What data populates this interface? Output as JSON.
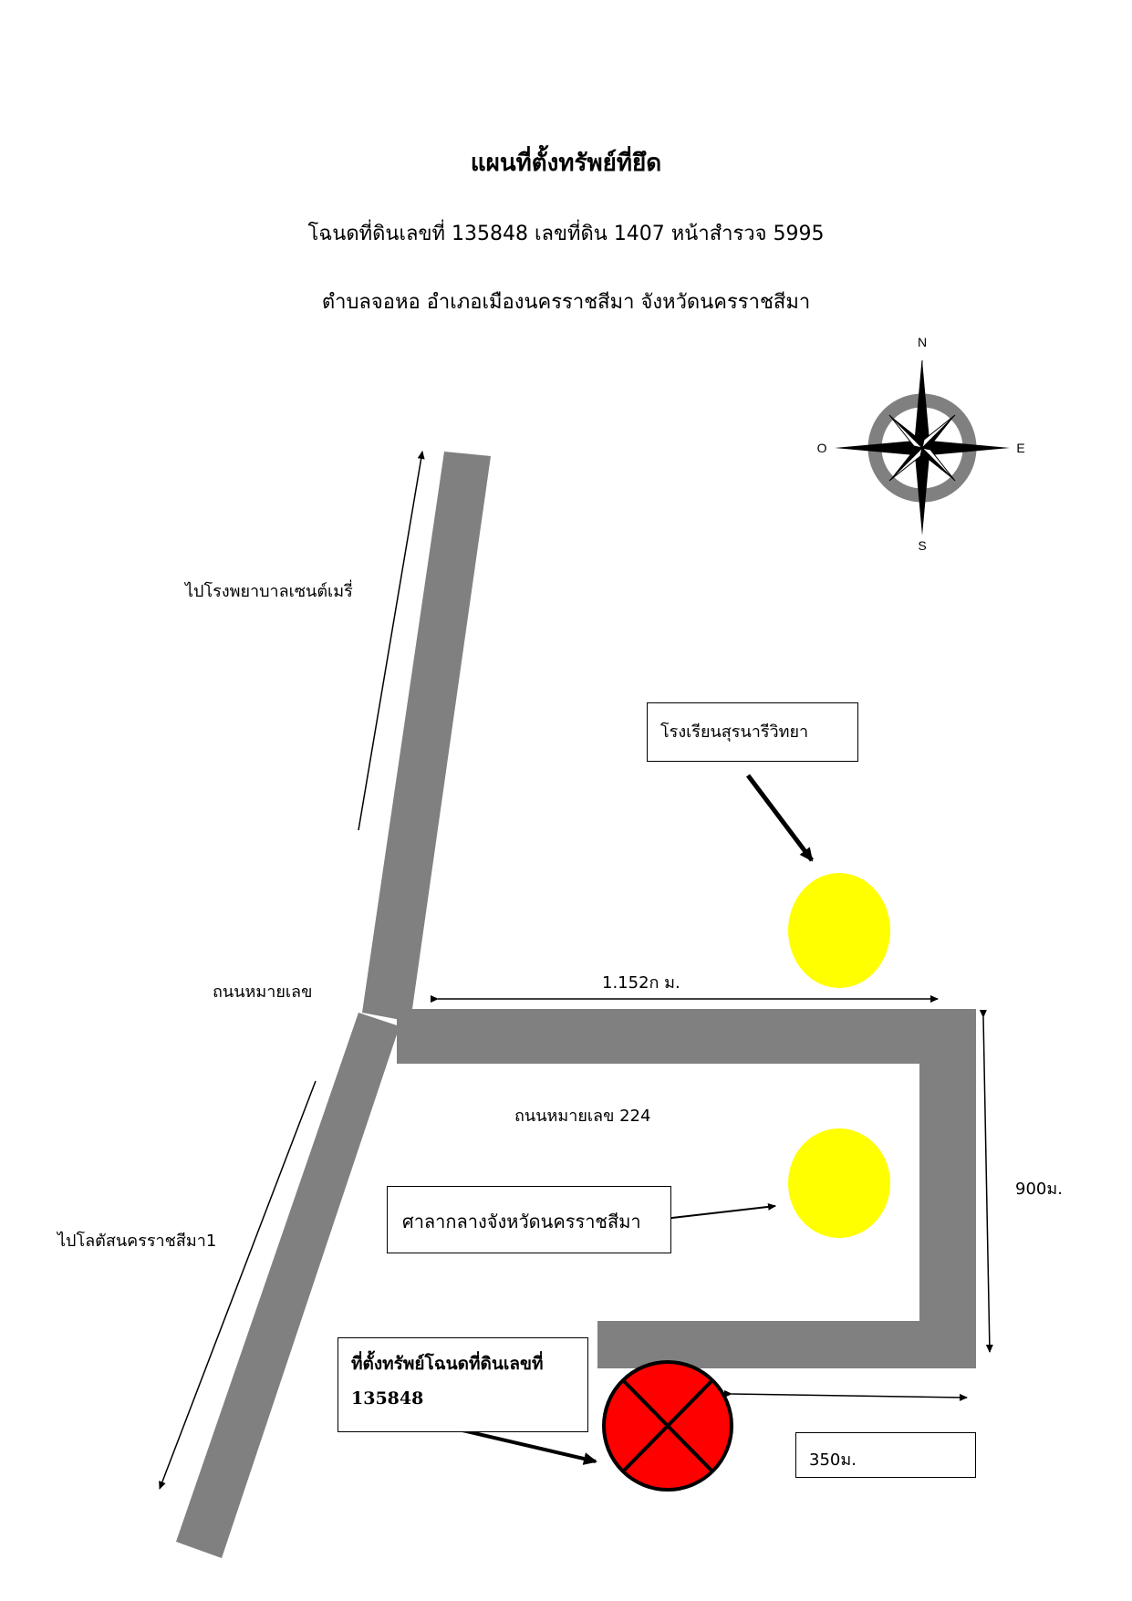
{
  "title": "แผนที่ตั้งทรัพย์ที่ยึด",
  "subtitle_line1": "โฉนดที่ดินเลขที่ 135848  เลขที่ดิน 1407   หน้าสำรวจ 5995",
  "subtitle_line2": "ตำบลจอหอ อำเภอเมืองนครราชสีมา จังหวัดนครราชสีมา",
  "compass": {
    "n": "N",
    "s": "S",
    "e": "E",
    "w": "O"
  },
  "labels": {
    "to_hospital": "ไปโรงพยาบาลเซนต์เมรี่",
    "road_main": "ถนนหมายเลข",
    "road_224": "ถนนหมายเลข 224",
    "to_lotus": "ไปโลตัสนครราชสีมา1",
    "dist_top": "1.152ก ม.",
    "dist_right": "900ม.",
    "dist_bottom": "350ม."
  },
  "boxes": {
    "school": "โรงเรียนสุรนารีวิทยา",
    "city_hall": "ศาลากลางจังหวัดนครราชสีมา",
    "property_line1": "ที่ตั้งทรัพย์โฉนดที่ดินเลขที่",
    "property_line2": "135848"
  },
  "colors": {
    "road": "#808080",
    "landmark": "#ffff00",
    "target": "#ff0000"
  }
}
